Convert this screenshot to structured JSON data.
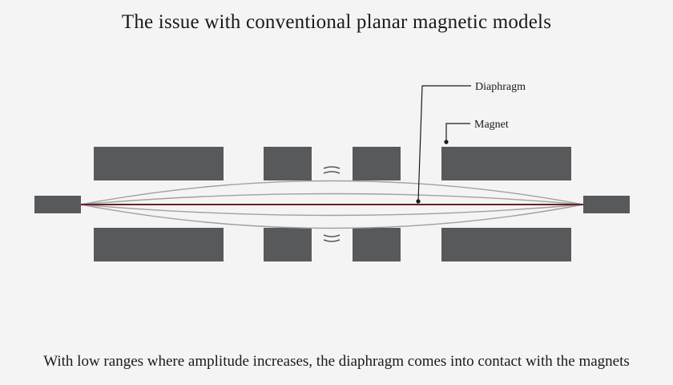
{
  "title": "The issue with conventional planar magnetic models",
  "caption": "With low ranges where amplitude increases, the diaphragm comes into contact with the magnets",
  "labels": {
    "diaphragm": "Diaphragm",
    "magnet": "Magnet"
  },
  "colors": {
    "magnet": "#58595b",
    "diaphragm": "#6b1f2a",
    "vibration_curve": "#a0a0a0",
    "callout_line": "#1a1a1a",
    "background": "#f4f4f4"
  }
}
